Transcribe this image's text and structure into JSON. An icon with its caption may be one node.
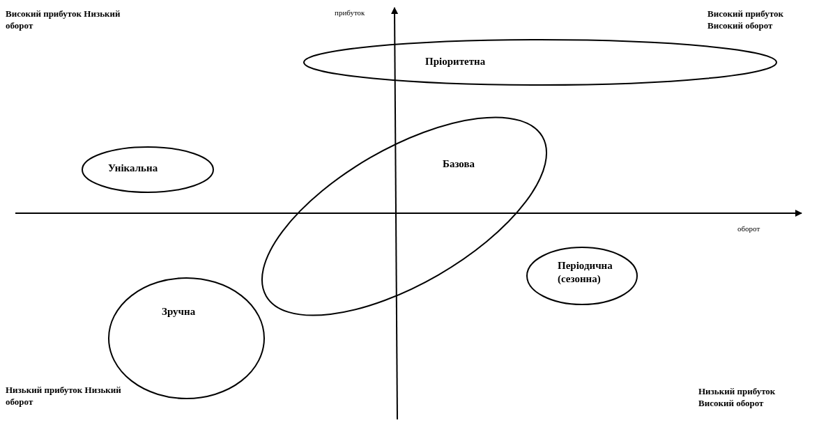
{
  "diagram": {
    "nodes": [
      {
        "text": [
          "Пріоритетна"
        ]
      },
      {
        "text": [
          "Унікальна"
        ]
      },
      {
        "text": [
          "Базова"
        ]
      },
      {
        "text": [
          "Періодична (сезонна)"
        ]
      },
      {
        "text": [
          "Зручна"
        ]
      }
    ],
    "labels": [
      "Високий прибуток Низький оборот",
      "прибуток",
      "Високий прибуток Високий оборот",
      "оборот",
      "Низький прибуток Низький оборот",
      "Низький прибуток Високий оборот"
    ]
  }
}
